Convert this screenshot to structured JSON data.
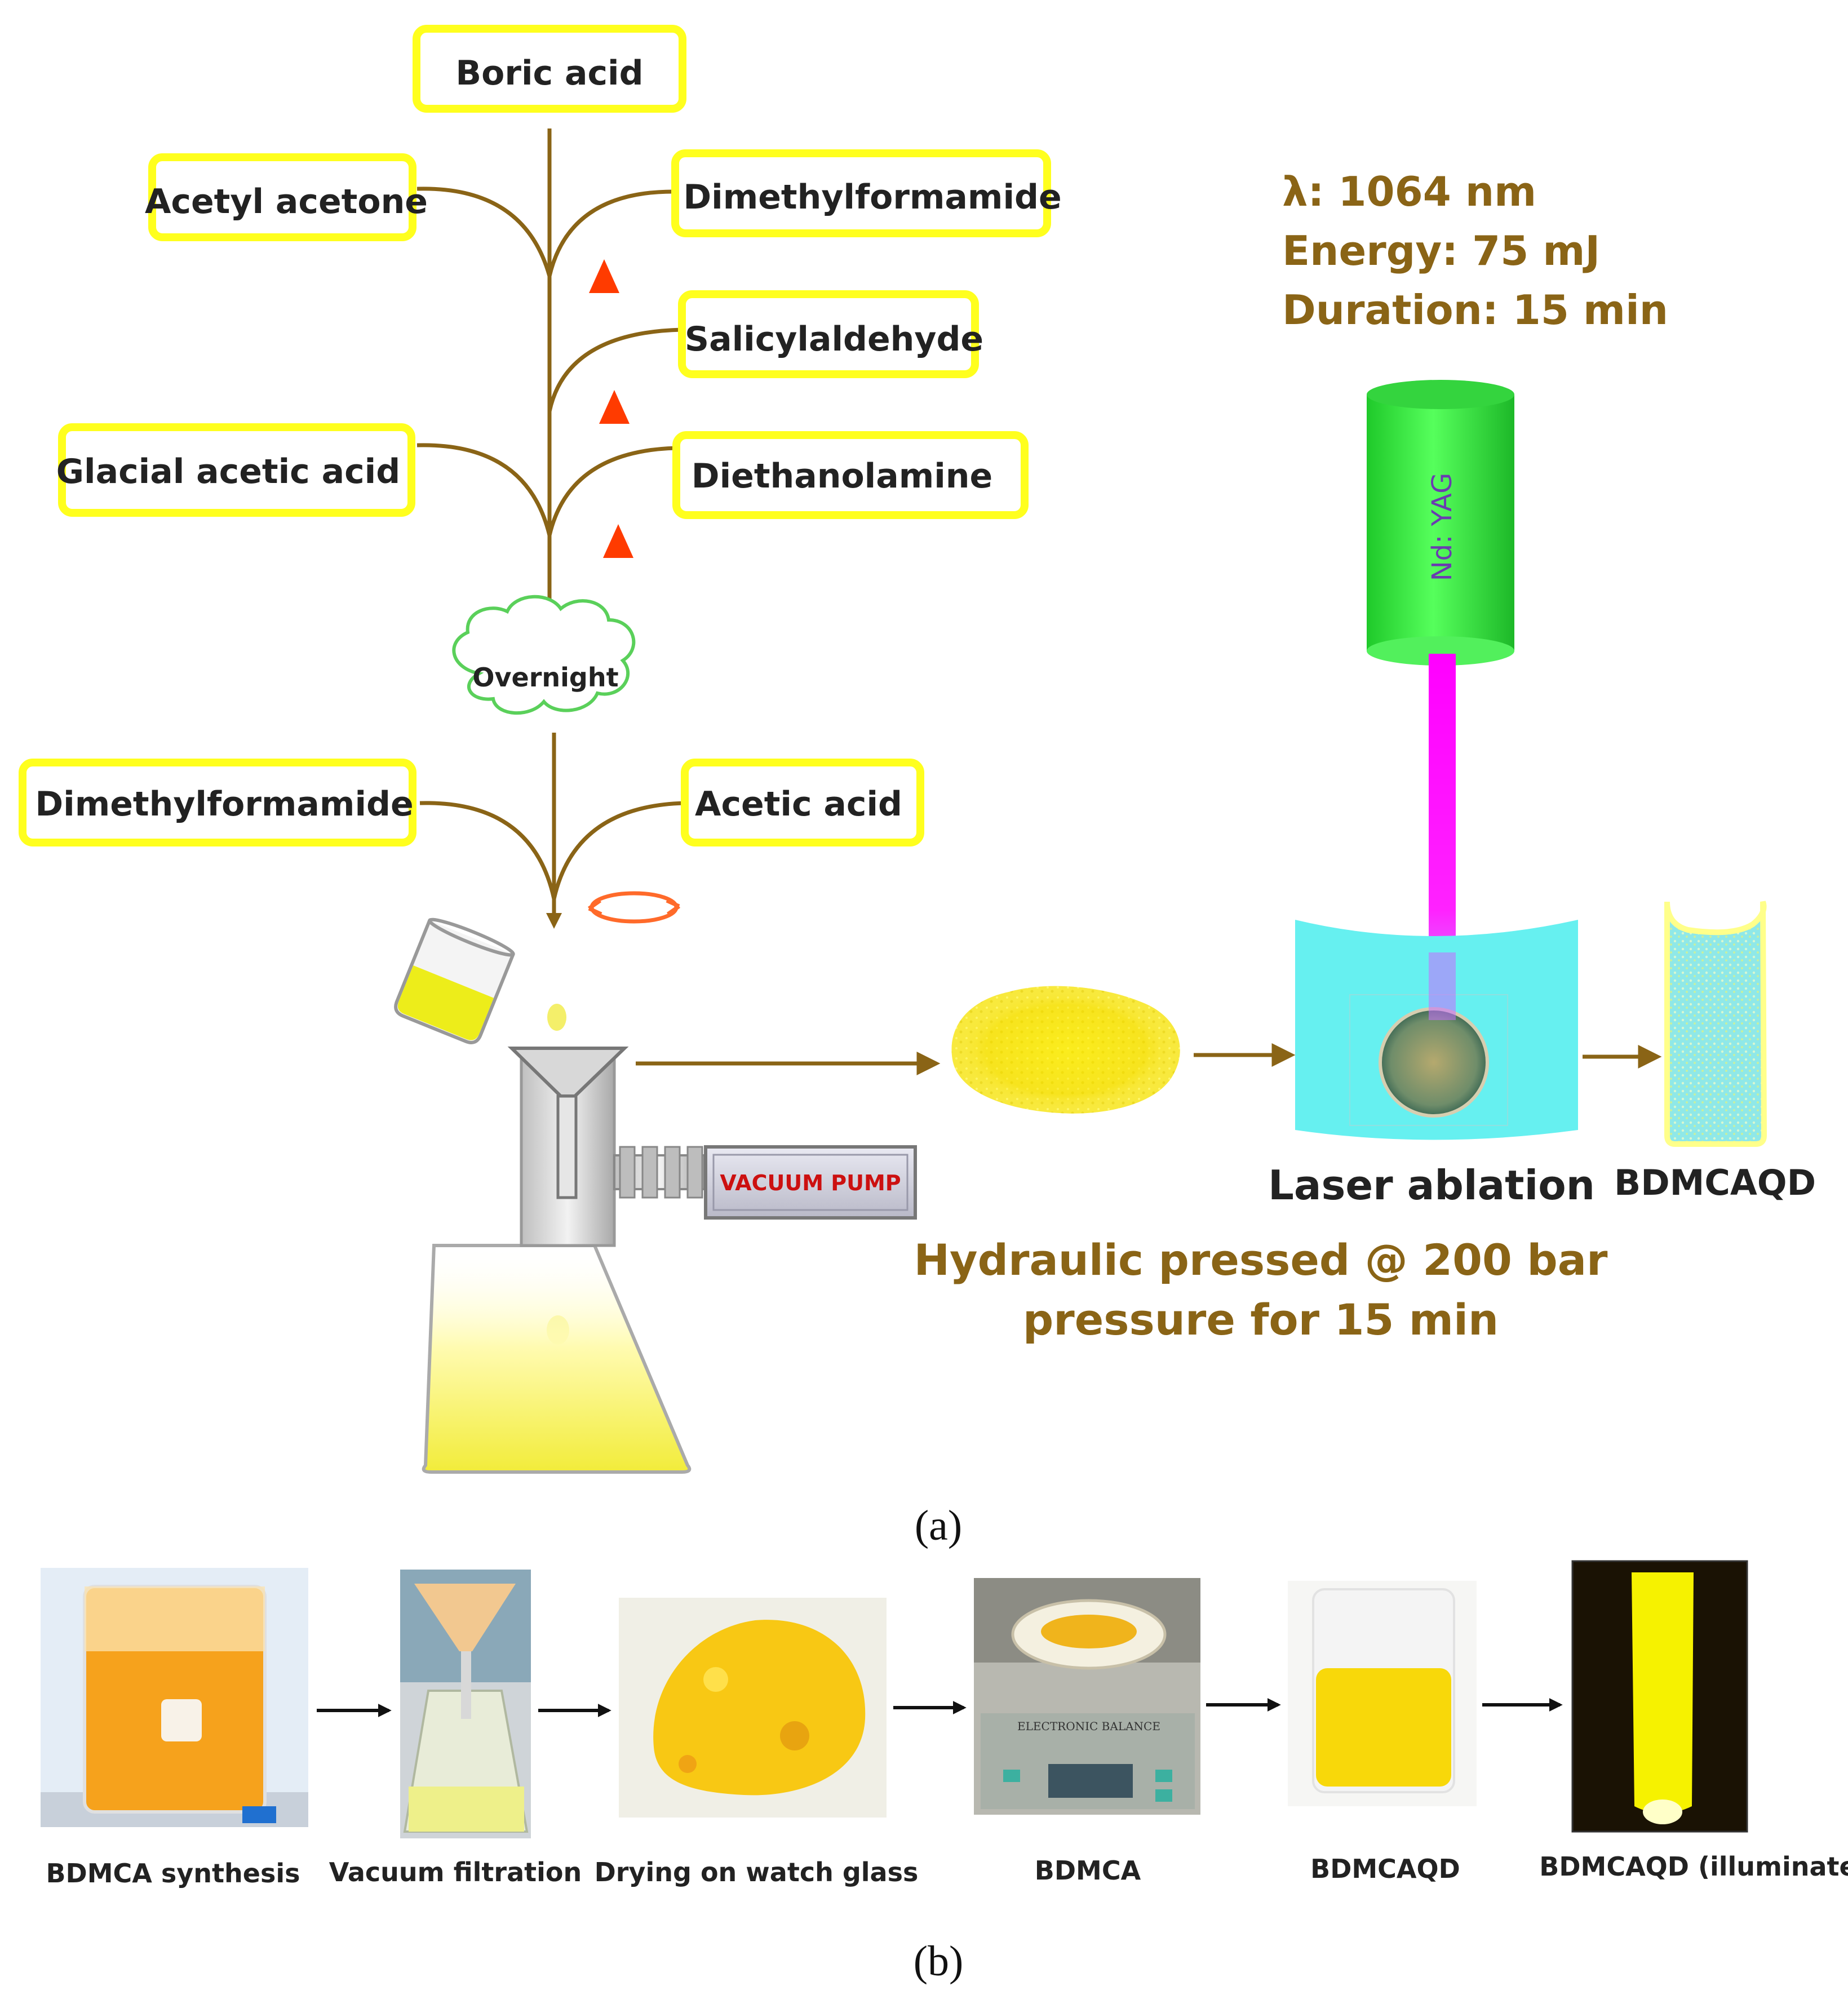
{
  "panel_a": {
    "caption": "(a)",
    "reagents": {
      "boric_acid": "Boric acid",
      "acetyl_acetone": "Acetyl acetone",
      "dimethylformamide_1": "Dimethylformamide",
      "salicylaldehyde": "Salicylaldehyde",
      "glacial_acetic_acid": "Glacial acetic acid",
      "diethanolamine": "Diethanolamine",
      "dimethylformamide_2": "Dimethylformamide",
      "acetic_acid": "Acetic acid"
    },
    "overnight": "Overnight",
    "vacuum_pump": "VACUUM PUMP",
    "laser_params": {
      "wavelength": "λ: 1064 nm",
      "energy": "Energy: 75 mJ",
      "duration": "Duration: 15 min"
    },
    "laser_label": "Nd: YAG",
    "laser_ablation": "Laser ablation",
    "product": "BDMCAQD",
    "hydraulic_line1": "Hydraulic pressed @ 200 bar",
    "hydraulic_line2": "pressure for 15 min",
    "colors": {
      "box_border": "#ffff1e",
      "stem": "#8a6416",
      "heat_triangle": "#ff3b00",
      "laser_body": "#2fe83a",
      "beam": "#ff00ff",
      "bath": "#66f0f0",
      "powder": "#f5e61c"
    }
  },
  "panel_b": {
    "caption": "(b)",
    "steps": [
      "BDMCA synthesis",
      "Vacuum filtration",
      "Drying on watch glass",
      "BDMCA",
      "BDMCAQD",
      "BDMCAQD (illuminated)"
    ],
    "balance_label": "ELECTRONIC BALANCE"
  }
}
